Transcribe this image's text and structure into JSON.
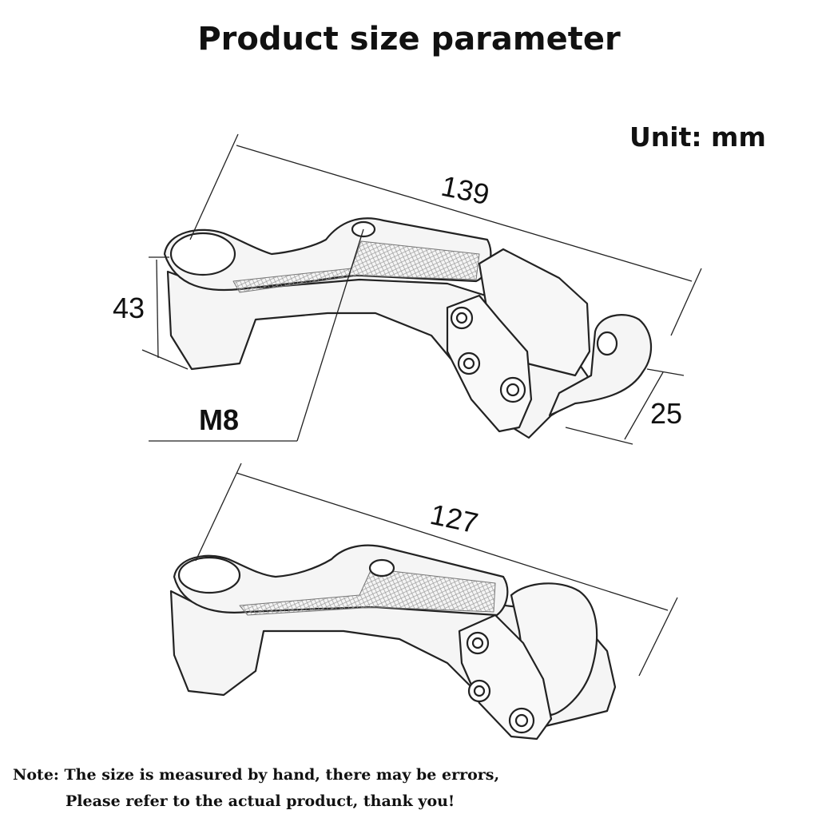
{
  "title": "Product size parameter",
  "unit_label": "Unit:  mm",
  "dimensions": {
    "top_length": "139",
    "height": "43",
    "hook_width": "25",
    "thread": "M8",
    "bottom_length": "127"
  },
  "note": {
    "line1": "Note: The size is measured by hand, there may be errors,",
    "line2": "Please refer to the actual product, thank you!"
  },
  "colors": {
    "line": "#222222",
    "part_fill": "#f4f4f4",
    "knurl": "#888888"
  }
}
